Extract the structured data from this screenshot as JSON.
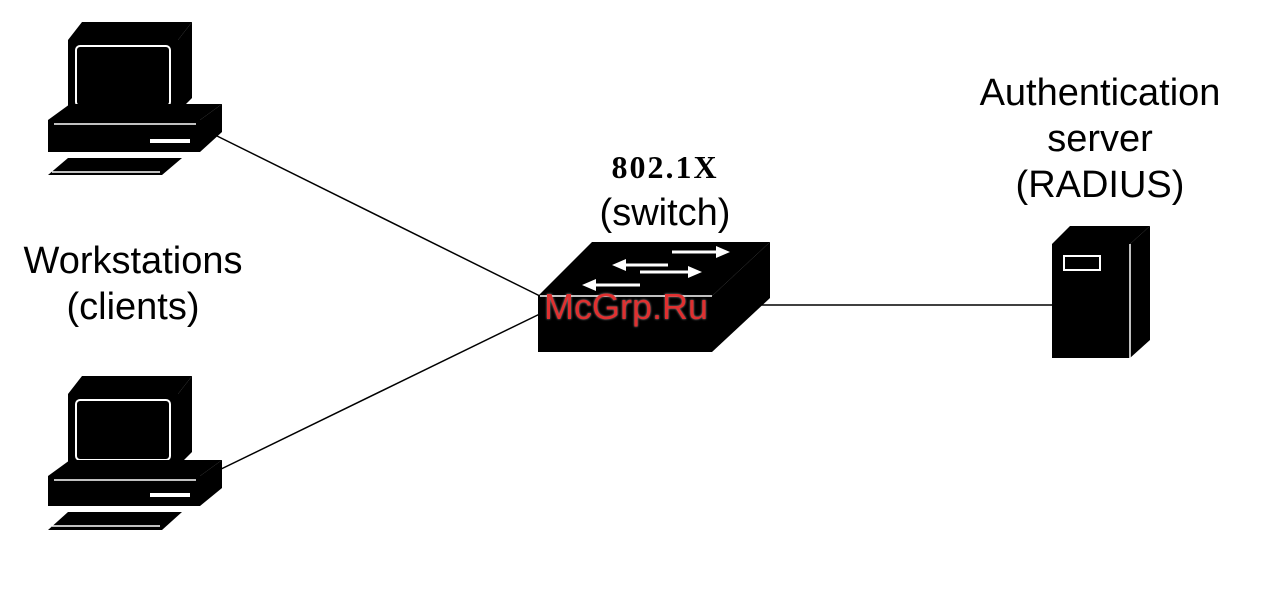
{
  "labels": {
    "workstations_line1": "Workstations",
    "workstations_line2": "(clients)",
    "switch_line1": "802.1X",
    "switch_line2": "(switch)",
    "server_line1": "Authentication",
    "server_line2": "server",
    "server_line3": "(RADIUS)"
  },
  "watermark": "McGrp.Ru",
  "colors": {
    "device_fill": "#000000",
    "line": "#000000",
    "background": "#ffffff",
    "watermark": "#e03030"
  }
}
